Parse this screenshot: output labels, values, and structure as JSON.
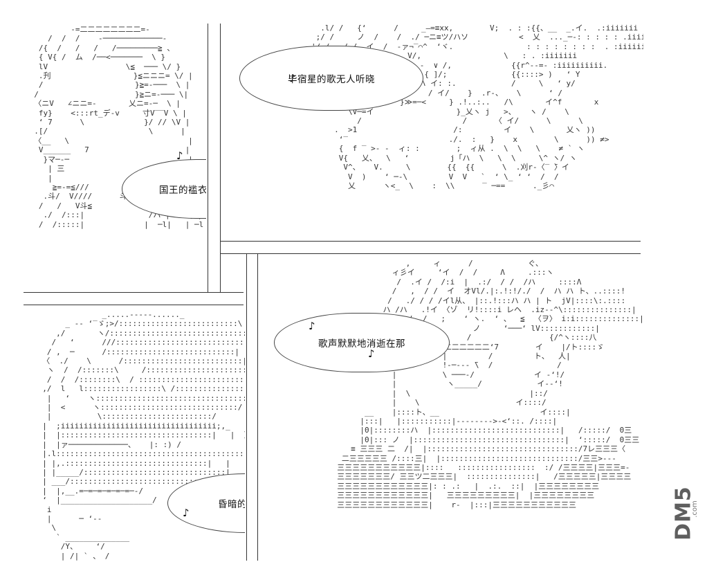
{
  "panels": {
    "top_left": {
      "speech": "国王的褴衣随风飘摇",
      "note": "♪"
    },
    "top_right": {
      "speech": "毕宿星的歌无人听晓",
      "note": "♪"
    },
    "bottom_right": {
      "speech": "歌声默默地消逝在那",
      "note_left": "♪",
      "note_right": "♪"
    },
    "bottom_left": {
      "speech": "昏暗的卡尔克萨",
      "note_top": "♪",
      "note_bottom": "♪"
    }
  },
  "watermark": {
    "logo": "DM5",
    "sub": ".com"
  }
}
